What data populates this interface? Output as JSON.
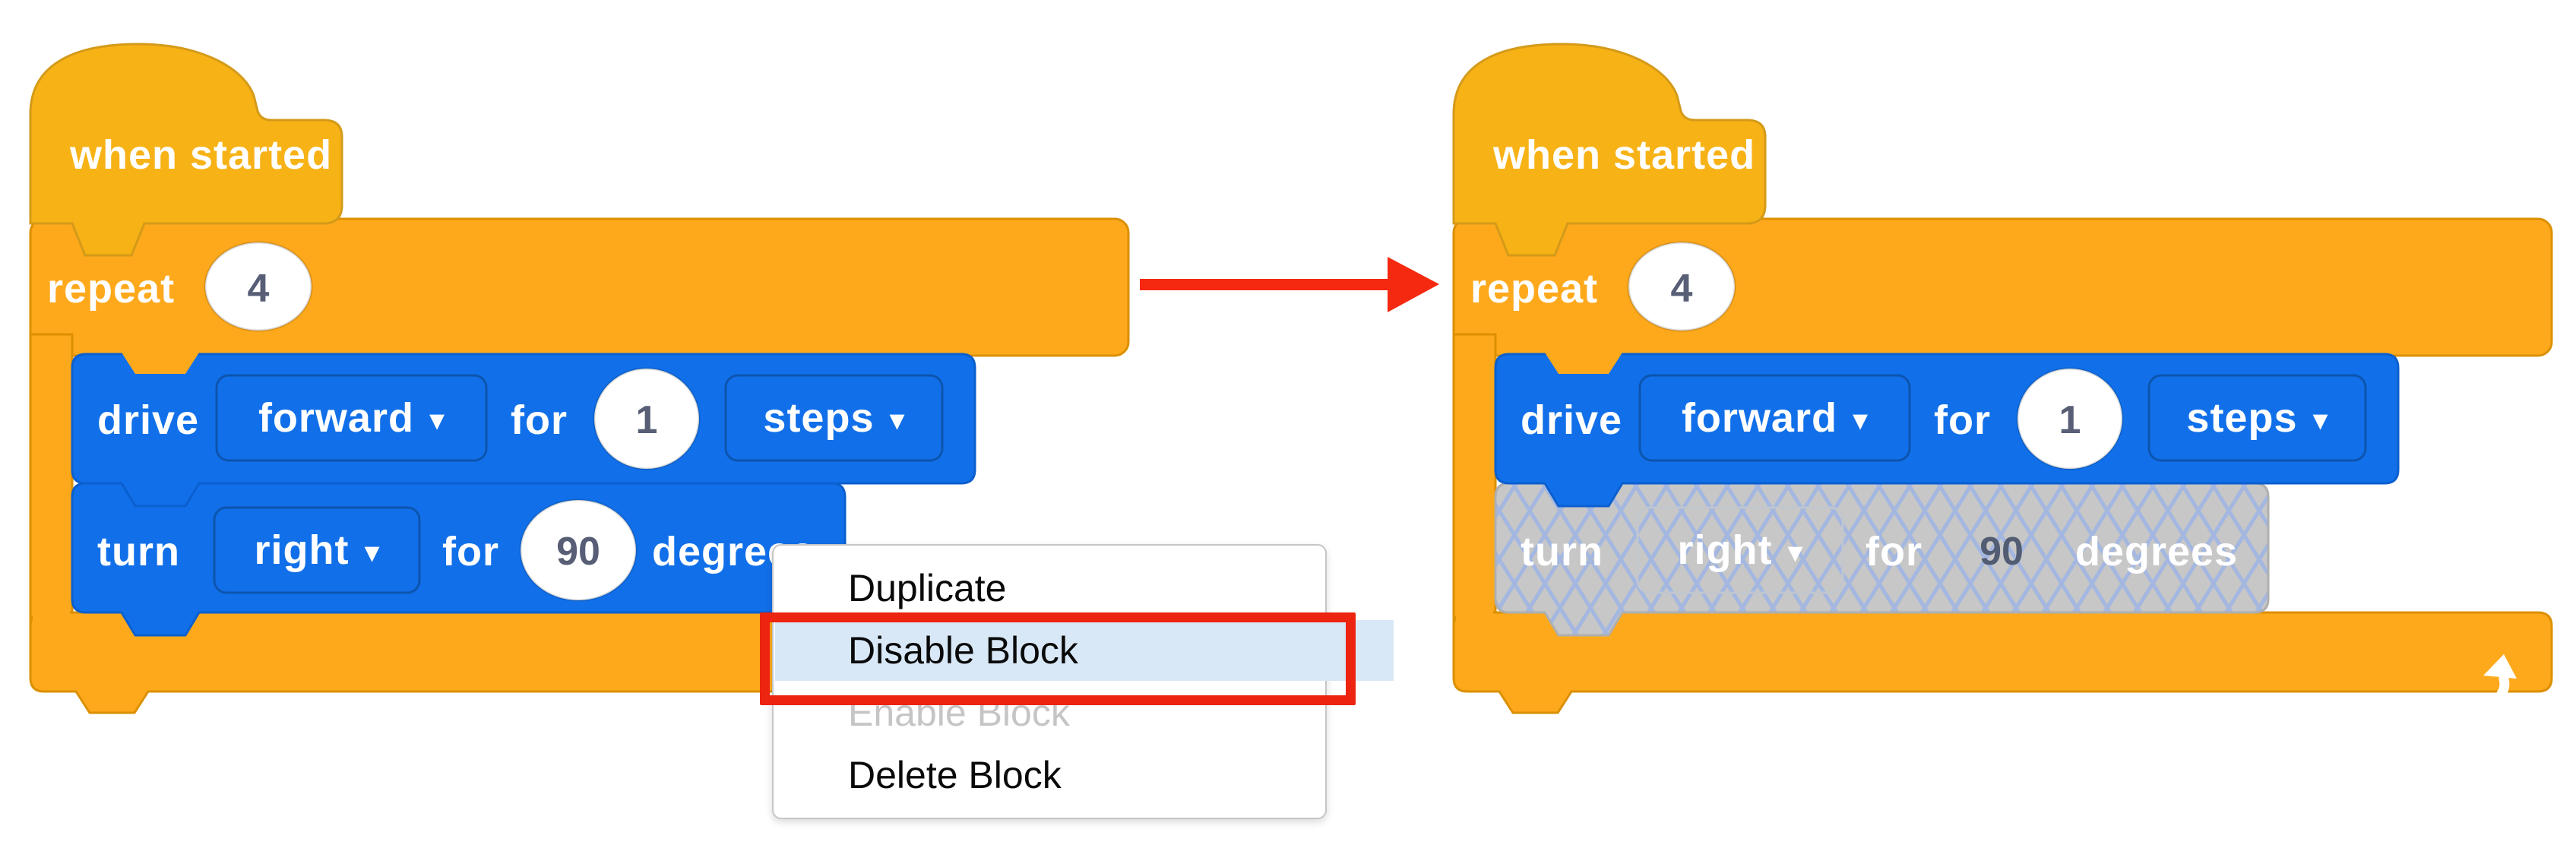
{
  "script": {
    "hat_label": "when started",
    "repeat_label": "repeat",
    "repeat_count": "4",
    "drive_label": "drive",
    "drive_direction": "forward",
    "drive_for_label": "for",
    "drive_distance": "1",
    "drive_unit": "steps",
    "turn_label": "turn",
    "turn_direction": "right",
    "turn_for_label": "for",
    "turn_angle": "90",
    "turn_unit": "degrees"
  },
  "right_panel": {
    "turn_block_state": "disabled"
  },
  "context_menu": {
    "items": [
      {
        "label": "Duplicate",
        "state": "normal"
      },
      {
        "label": "Disable Block",
        "state": "highlighted"
      },
      {
        "label": "Enable Block",
        "state": "disabled"
      },
      {
        "label": "Delete Block",
        "state": "normal"
      }
    ]
  },
  "icons": {
    "dropdown_caret": "▾",
    "repeat_loop_arrow": "curved-up-right-arrow",
    "transition_arrow": "right-arrow"
  },
  "colors": {
    "hat_block": "#F7B216",
    "control_block": "#FEA91C",
    "drive_block": "#1170E9",
    "disabled_fill": "#C7C7C7",
    "disabled_hatch": "#9FB5E3",
    "value_text": "#575E75",
    "menu_highlight": "#D9E8F7",
    "annotation_red": "#EC2410"
  }
}
